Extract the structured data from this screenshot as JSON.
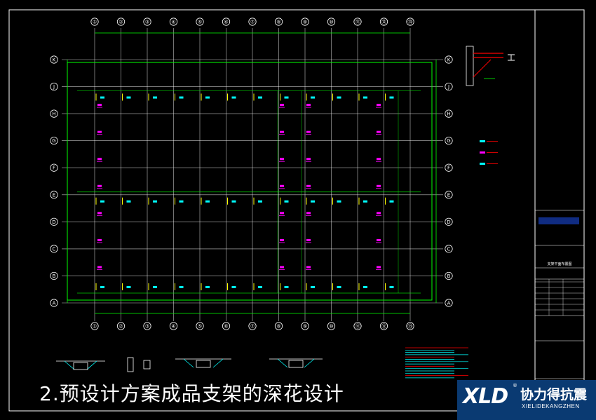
{
  "caption": "2.预设计方案成品支架的深花设计",
  "logo": {
    "mark": "XLD",
    "cn": "协力得抗震",
    "en": "XIELIDEKANGZHEN",
    "reg": "®"
  },
  "grid": {
    "columns": [
      "①",
      "②",
      "③",
      "④",
      "⑤",
      "⑥",
      "⑦",
      "⑧",
      "⑨",
      "⑩",
      "⑪",
      "⑫",
      "⑬"
    ],
    "rows": [
      "K",
      "J",
      "H",
      "G",
      "F",
      "E",
      "D",
      "C",
      "B",
      "A"
    ]
  },
  "colors": {
    "background": "#000000",
    "frame": "#ffffff",
    "grid_line": "#ffffff",
    "beam": "#00ff00",
    "tag_magenta": "#ff00ff",
    "tag_cyan": "#00ffff",
    "tag_yellow": "#ffff00",
    "detail_red": "#ff0000",
    "logo_bg": "#0a3a72"
  },
  "title_block": {
    "drawing_title": "支架平面布置图"
  }
}
